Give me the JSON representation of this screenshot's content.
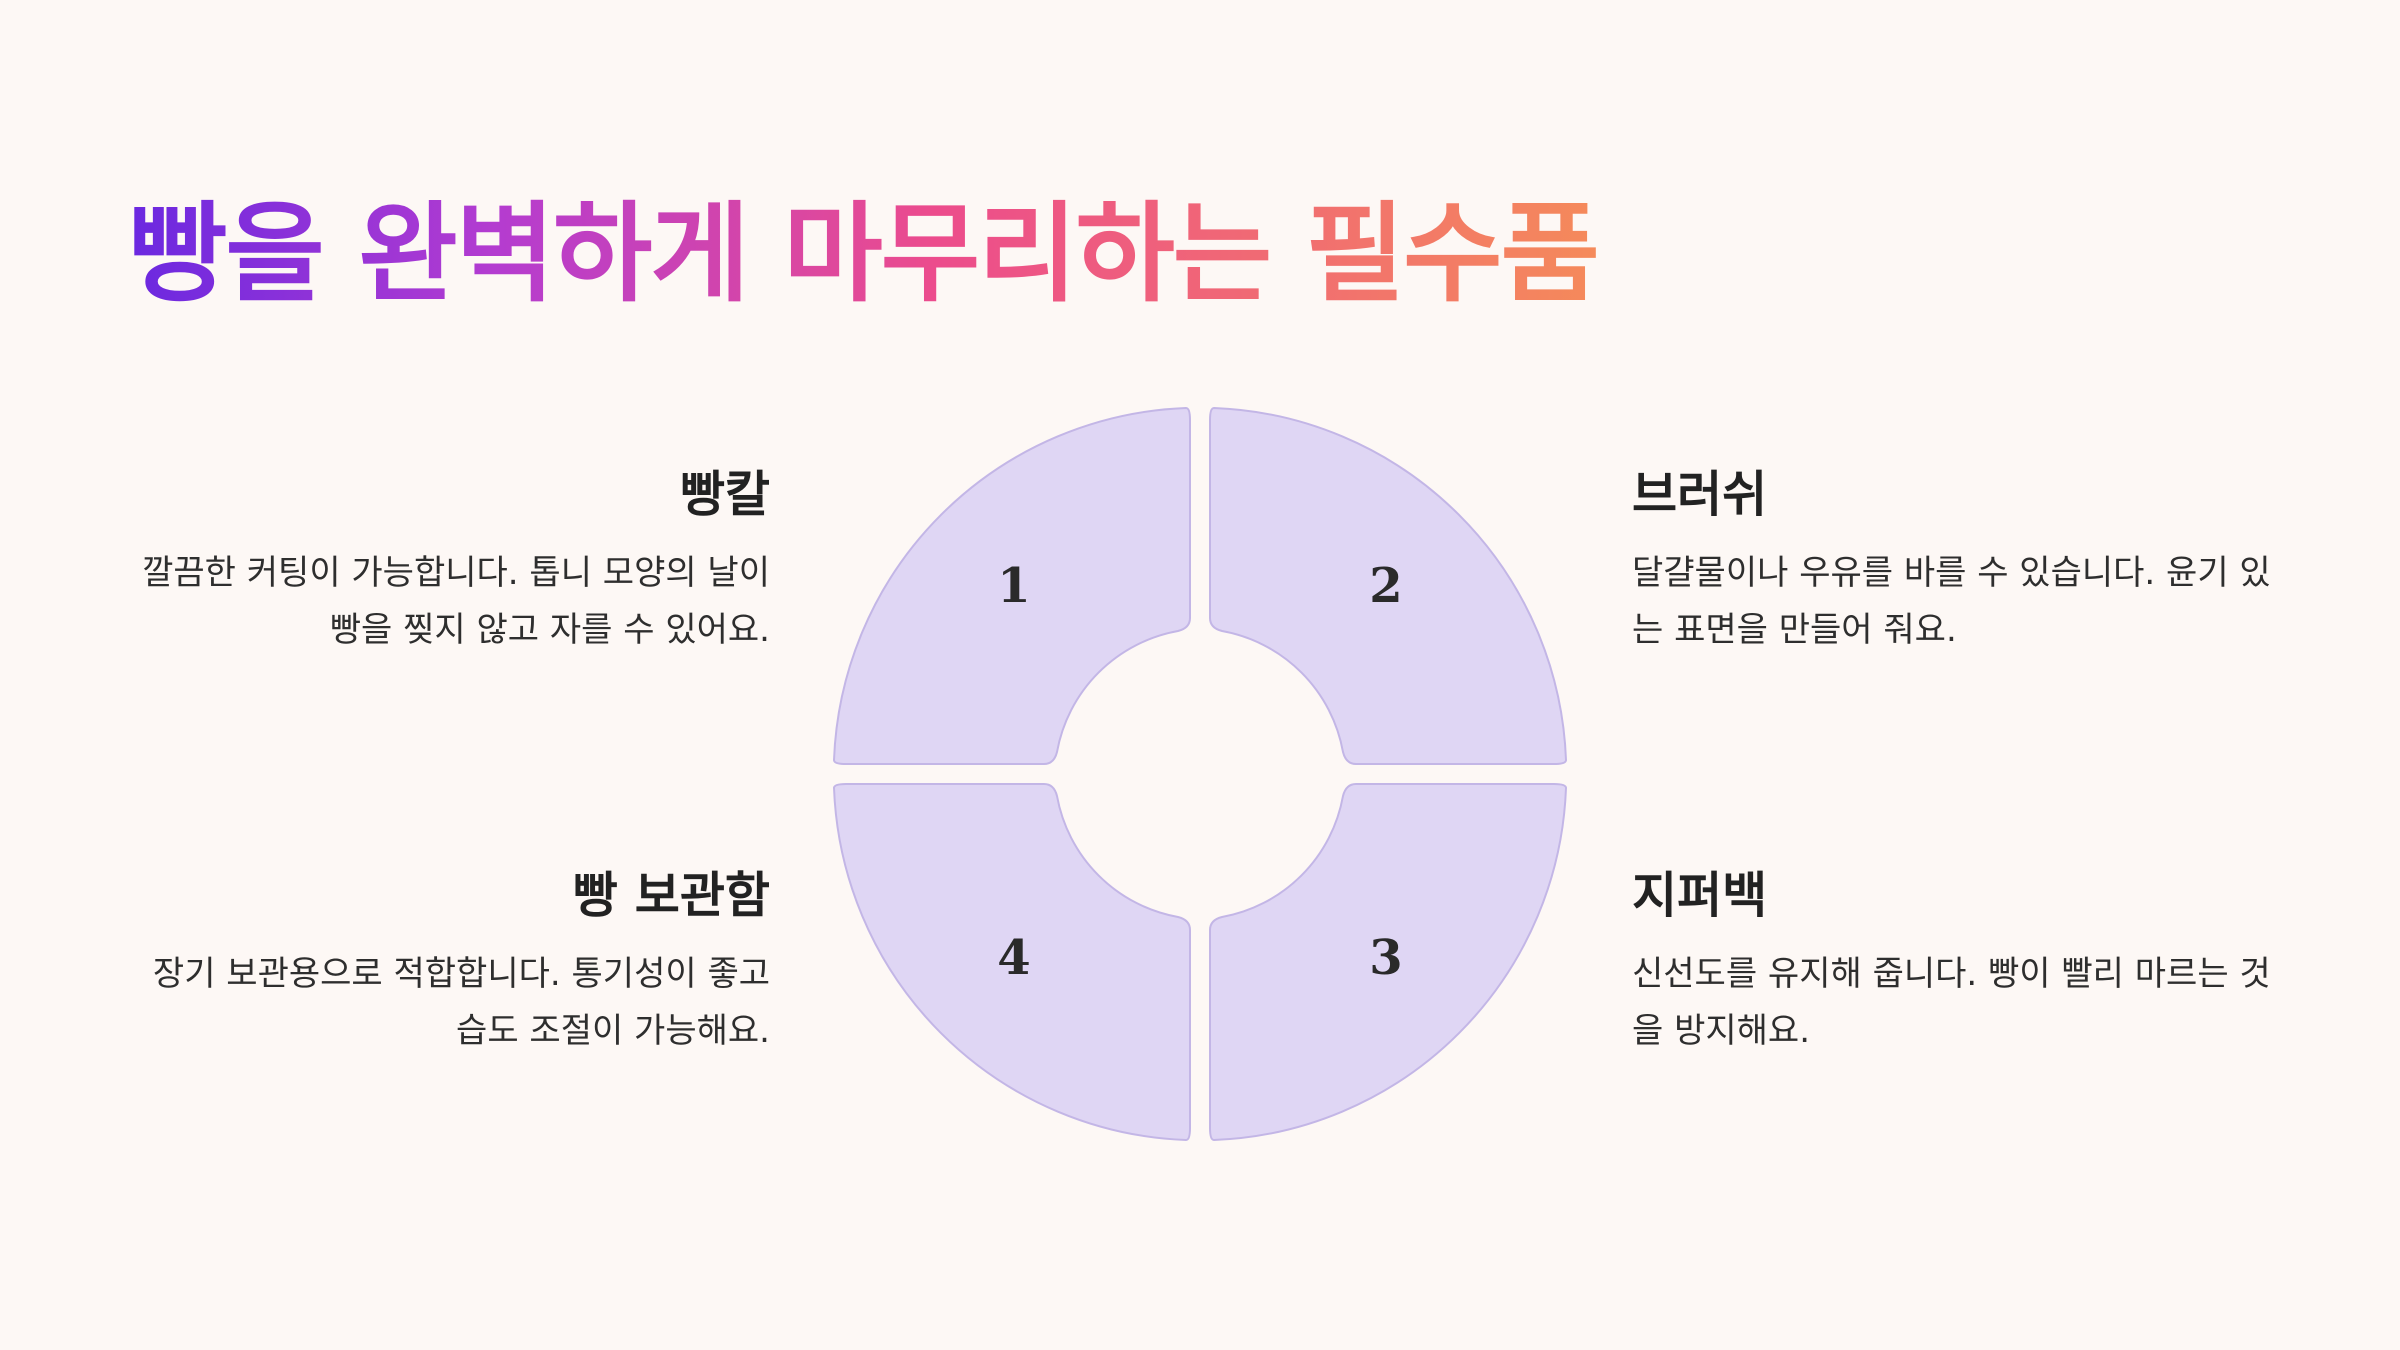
{
  "title": "빵을 완벽하게 마무리하는 필수품",
  "items": [
    {
      "number": "1",
      "heading": "빵칼",
      "description": "깔끔한 커팅이 가능합니다. 톱니 모양의 날이 빵을 찢지 않고 자를 수 있어요."
    },
    {
      "number": "2",
      "heading": "브러쉬",
      "description": "달걀물이나 우유를 바를 수 있습니다. 윤기 있는 표면을 만들어 줘요."
    },
    {
      "number": "3",
      "heading": "지퍼백",
      "description": "신선도를 유지해 줍니다. 빵이 빨리 마르는 것을 방지해요."
    },
    {
      "number": "4",
      "heading": "빵 보관함",
      "description": "장기 보관용으로 적합합니다. 통기성이 좋고 습도 조절이 가능해요."
    }
  ],
  "colors": {
    "background": "#fdf8f5",
    "segment_fill": "#dfd6f4",
    "segment_stroke": "#c3b6e6",
    "title_gradient": [
      "#6a28e0",
      "#b43cd0",
      "#ec4c8c",
      "#f58a5a"
    ]
  }
}
